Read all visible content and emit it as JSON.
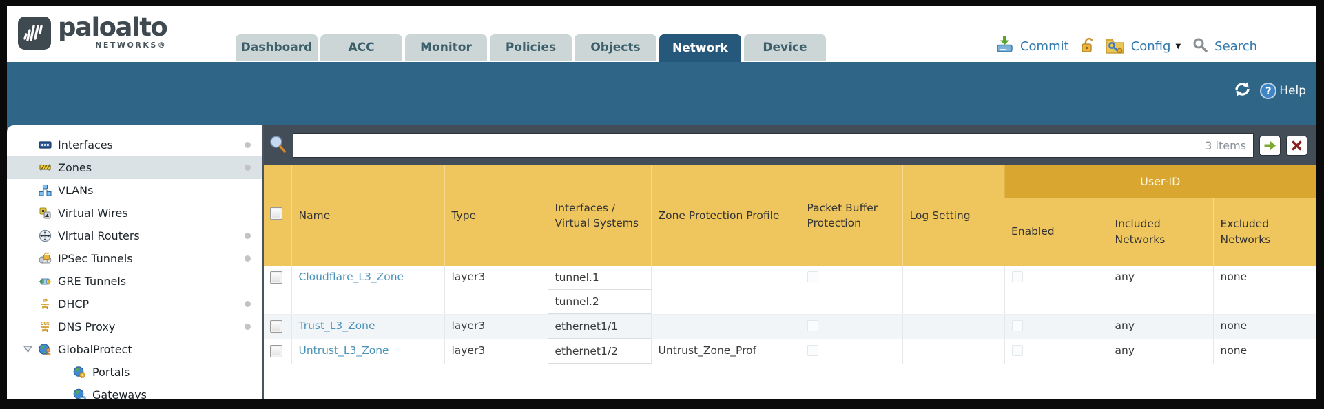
{
  "brand": {
    "name": "paloalto",
    "sub": "NETWORKS®"
  },
  "nav": {
    "tabs": [
      {
        "label": "Dashboard"
      },
      {
        "label": "ACC"
      },
      {
        "label": "Monitor"
      },
      {
        "label": "Policies"
      },
      {
        "label": "Objects"
      },
      {
        "label": "Network"
      },
      {
        "label": "Device"
      }
    ],
    "active_tab": "Network"
  },
  "top_actions": {
    "commit": "Commit",
    "config": "Config",
    "search": "Search"
  },
  "band": {
    "help": "Help"
  },
  "sidebar": {
    "items": [
      {
        "label": "Interfaces"
      },
      {
        "label": "Zones"
      },
      {
        "label": "VLANs"
      },
      {
        "label": "Virtual Wires"
      },
      {
        "label": "Virtual Routers"
      },
      {
        "label": "IPSec Tunnels"
      },
      {
        "label": "GRE Tunnels"
      },
      {
        "label": "DHCP"
      },
      {
        "label": "DNS Proxy"
      },
      {
        "label": "GlobalProtect"
      },
      {
        "label": "Portals"
      },
      {
        "label": "Gateways"
      }
    ],
    "selected": "Zones"
  },
  "toolbar": {
    "search_value": "",
    "items_count": "3 items"
  },
  "table": {
    "group_header": "User-ID",
    "columns": [
      "",
      "Name",
      "Type",
      "Interfaces / Virtual Systems",
      "Zone Protection Profile",
      "Packet Buffer Protection",
      "Log Setting",
      "Enabled",
      "Included Networks",
      "Excluded Networks"
    ],
    "rows": [
      {
        "name": "Cloudflare_L3_Zone",
        "type": "layer3",
        "interfaces": [
          "tunnel.1",
          "tunnel.2"
        ],
        "zone_protection_profile": "",
        "log_setting": "",
        "included_networks": "any",
        "excluded_networks": "none"
      },
      {
        "name": "Trust_L3_Zone",
        "type": "layer3",
        "interfaces": [
          "ethernet1/1"
        ],
        "zone_protection_profile": "",
        "log_setting": "",
        "included_networks": "any",
        "excluded_networks": "none"
      },
      {
        "name": "Untrust_L3_Zone",
        "type": "layer3",
        "interfaces": [
          "ethernet1/2"
        ],
        "zone_protection_profile": "Untrust_Zone_Prof",
        "log_setting": "",
        "included_networks": "any",
        "excluded_networks": "none"
      }
    ]
  },
  "icons": {
    "commit": "device-with-green-down-arrow",
    "lock": "gold-open-padlock",
    "config": "gold-folder-blue-wrench",
    "search": "gray-magnifier",
    "refresh": "white-circular-arrows",
    "help": "blue-question-circle",
    "toolbar_search": "blue-magnifier-orange-handle",
    "go": "green-right-arrow",
    "clear": "red-x"
  },
  "colors": {
    "teal_band": "#2f6587",
    "active_tab": "#26587b",
    "inactive_tab": "#ccd6d6",
    "header_orange": "#efc65e",
    "userid_gold": "#d9a62f",
    "toolbar_dark": "#424d57",
    "link_blue": "#4a92b8",
    "action_blue": "#2f78ad"
  }
}
